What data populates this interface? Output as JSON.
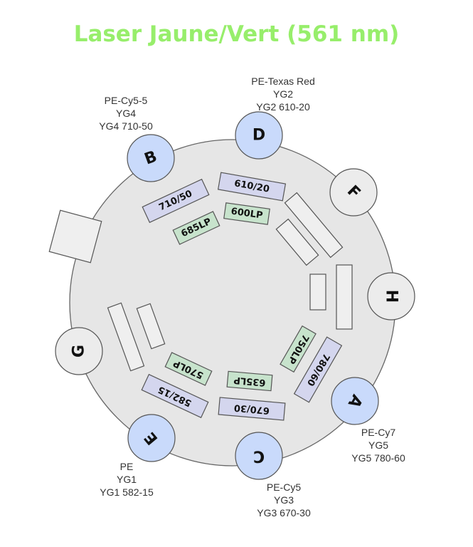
{
  "title": "Laser Jaune/Vert (561 nm)",
  "detectors": {
    "A": {
      "letter": "A",
      "label": [
        "PE-Cy7",
        "YG5",
        "YG5 780-60"
      ]
    },
    "B": {
      "letter": "B",
      "label": [
        "PE-Cy5-5",
        "YG4",
        "YG4 710-50"
      ]
    },
    "C": {
      "letter": "C",
      "label": [
        "PE-Cy5",
        "YG3",
        "YG3 670-30"
      ]
    },
    "D": {
      "letter": "D",
      "label": [
        "PE-Texas Red",
        "YG2",
        "YG2 610-20"
      ]
    },
    "E": {
      "letter": "E",
      "label": [
        "PE",
        "YG1",
        "YG1 582-15"
      ]
    },
    "F": {
      "letter": "F"
    },
    "G": {
      "letter": "G"
    },
    "H": {
      "letter": "H"
    }
  },
  "filters": {
    "bp710": "710/50",
    "lp685": "685LP",
    "bp610": "610/20",
    "lp600": "600LP",
    "bp582": "582/15",
    "lp570": "570LP",
    "bp670": "670/30",
    "lp635": "635LP",
    "bp780": "780/60",
    "lp750": "750LP"
  },
  "colors": {
    "title": "#97ee6b",
    "bandpass": "#d4d6ee",
    "longpass": "#c7e3cc",
    "active_detector": "#c9dafb",
    "empty_detector": "#ececec",
    "octagon": "#e6e6e6"
  }
}
